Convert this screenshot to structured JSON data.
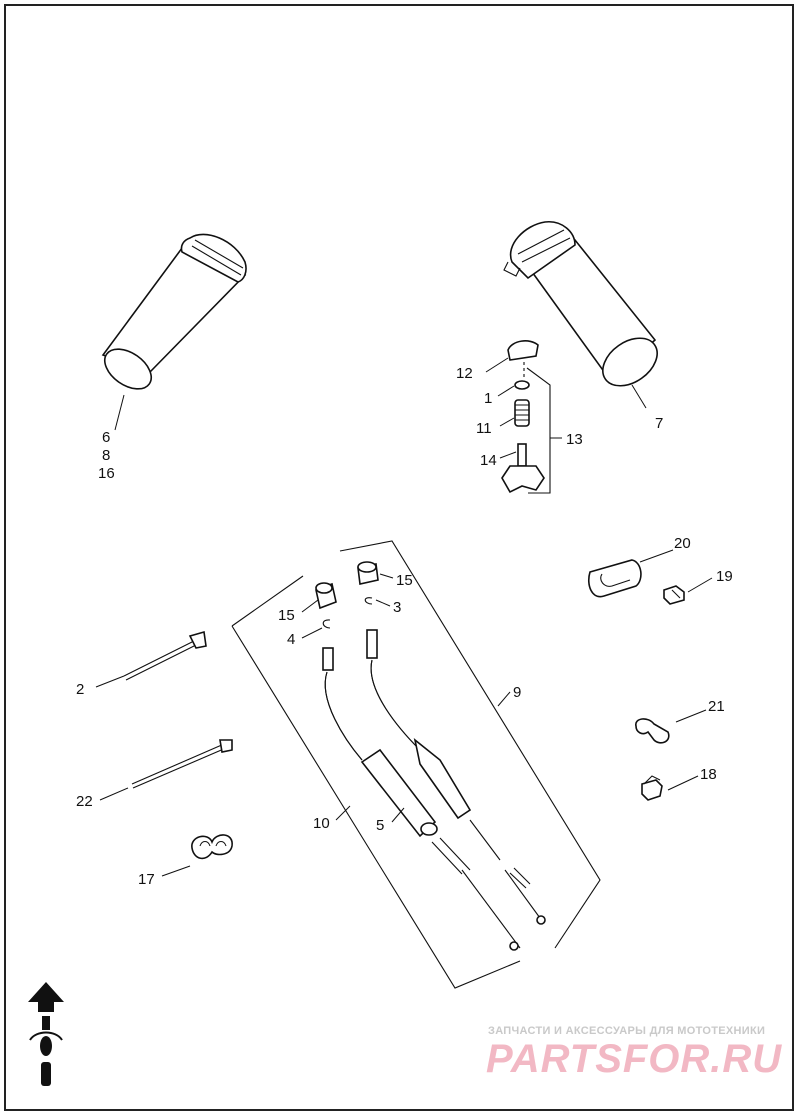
{
  "callouts": {
    "c1": "1",
    "c2": "2",
    "c3": "3",
    "c4": "4",
    "c5": "5",
    "c6": "6",
    "c7": "7",
    "c8": "8",
    "c9": "9",
    "c10": "10",
    "c11": "11",
    "c12": "12",
    "c13": "13",
    "c14": "14",
    "c15a": "15",
    "c15b": "15",
    "c16": "16",
    "c17": "17",
    "c18": "18",
    "c19": "19",
    "c20": "20",
    "c21": "21",
    "c22": "22"
  },
  "watermark": {
    "tagline": "ЗАПЧАСТИ И АКСЕССУАРЫ ДЛЯ МОТОТЕХНИКИ",
    "brand": "PARTSFOR.RU"
  },
  "colors": {
    "line": "#111111",
    "watermark_text": "#c9c9c9",
    "watermark_brand": "#f2b8c4"
  },
  "icons": [
    "front-direction-arrow-icon",
    "motorcycle-icon"
  ]
}
